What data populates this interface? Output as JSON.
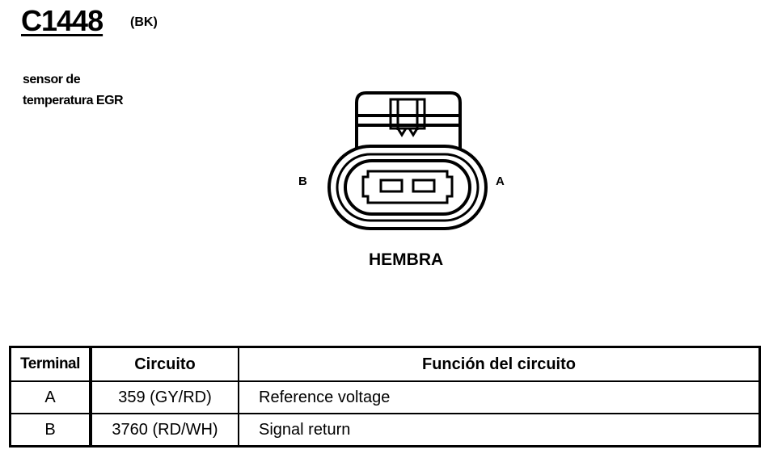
{
  "header": {
    "connector_id": "C1448",
    "color_code": "(BK)"
  },
  "component": {
    "line1": "sensor de",
    "line2": "temperatura EGR"
  },
  "connector": {
    "pin_left_label": "B",
    "pin_right_label": "A",
    "gender": "HEMBRA"
  },
  "table": {
    "headers": [
      "Terminal",
      "Circuito",
      "Función del circuito"
    ],
    "rows": [
      {
        "terminal": "A",
        "circuit": "359 (GY/RD)",
        "function": "Reference voltage"
      },
      {
        "terminal": "B",
        "circuit": "3760 (RD/WH)",
        "function": "Signal return"
      }
    ]
  }
}
